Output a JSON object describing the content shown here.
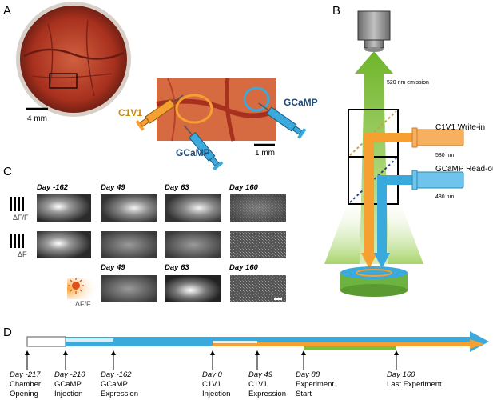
{
  "panels": {
    "A": {
      "letter": "A",
      "scale_bar_left": "4 mm",
      "scale_bar_right": "1 mm",
      "syringe_c1v1": "C1V1",
      "syringe_gcamp_top": "GCaMP",
      "syringe_gcamp_bottom": "GCaMP"
    },
    "B": {
      "letter": "B",
      "emission_label": "520 nm emission",
      "c1v1_label": "C1V1 Write-in",
      "c1v1_nm": "580 nm",
      "gcamp_label": "GCaMP Read-out",
      "gcamp_nm": "480 nm"
    },
    "C": {
      "letter": "C",
      "row1_headers": [
        "Day -162",
        "Day 49",
        "Day 63",
        "Day 160"
      ],
      "row3_headers": [
        "Day 49",
        "Day 63",
        "Day 160"
      ],
      "row1_label": "ΔF/F",
      "row2_label": "ΔF",
      "row3_label": "ΔF/F"
    },
    "D": {
      "letter": "D",
      "events": [
        {
          "day": "Day -217",
          "line1": "Chamber",
          "line2": "Opening"
        },
        {
          "day": "Day -210",
          "line1": "GCaMP",
          "line2": "Injection"
        },
        {
          "day": "Day -162",
          "line1": "GCaMP",
          "line2": "Expression"
        },
        {
          "day": "Day 0",
          "line1": "C1V1",
          "line2": "Injection"
        },
        {
          "day": "Day 49",
          "line1": "C1V1",
          "line2": "Expression"
        },
        {
          "day": "Day 88",
          "line1": "Experiment",
          "line2": "Start"
        },
        {
          "day": "Day 160",
          "line1": "Last Experiment",
          "line2": ""
        }
      ]
    }
  },
  "colors": {
    "gcamp_blue": "#3aa9dc",
    "c1v1_orange": "#f5a030",
    "emission_green": "#7bbf3a",
    "brain_red": "#b83a2a"
  }
}
